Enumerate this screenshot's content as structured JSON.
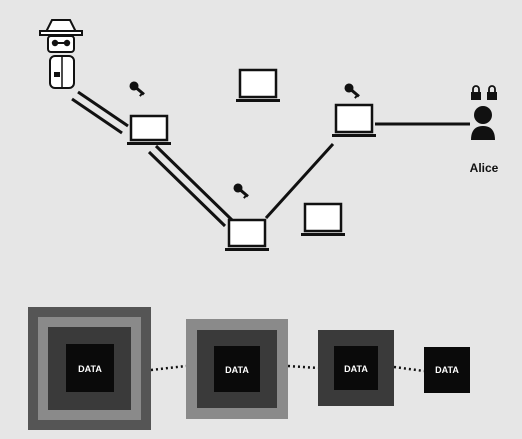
{
  "nodes": {
    "user_label": "Alice"
  },
  "data_layers": [
    {
      "label": "DATA",
      "layers": 4
    },
    {
      "label": "DATA",
      "layers": 3
    },
    {
      "label": "DATA",
      "layers": 2
    },
    {
      "label": "DATA",
      "layers": 1
    }
  ],
  "colors": {
    "background": "#e6e6e6",
    "line": "#111111",
    "layer_outer": "#555555",
    "layer_2": "#8a8a8a",
    "layer_3": "#3a3a3a",
    "core": "#0a0a0a"
  },
  "icons": {
    "attacker": "spy-icon",
    "key": "key-icon",
    "lock": "lock-icon",
    "user": "user-icon",
    "laptop": "laptop-icon"
  }
}
